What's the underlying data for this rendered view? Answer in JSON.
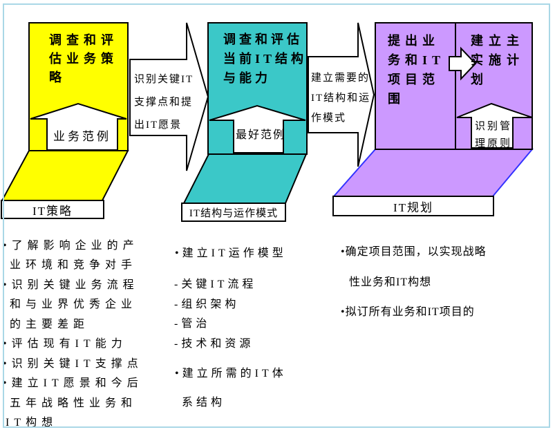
{
  "diagram": {
    "colors": {
      "stage1_fill": "#ffff00",
      "stage2_fill": "#3bc8c8",
      "stage3_fill": "#cc99ff",
      "stage3_ramp_stroke": "#3333ff",
      "outline": "#000000",
      "page_border": "#a9d7e6"
    },
    "stage1": {
      "heading_lines": [
        "调查和评",
        "估业务策",
        "略"
      ],
      "inner_arrow_label": "业务范例",
      "output_label": "IT策略",
      "notes": [
        "•了解影响企业的产",
        "业环境和竞争对手",
        "•识别关键业务流程",
        "和与业界优秀企业",
        "的主要差距",
        "•评估现有IT能力",
        "•识别关键IT支撑点",
        "•建立IT愿景和今后",
        "五年战略性业务和",
        "IT构想"
      ]
    },
    "transition1_lines": [
      "识别关键IT",
      "支撑点和提",
      "出IT愿景"
    ],
    "stage2": {
      "heading_lines": [
        "调查和评估",
        "当前IT结构",
        "与能力"
      ],
      "inner_arrow_label": "最好范例",
      "output_label": "IT结构与运作模式",
      "notes": [
        "•建立IT运作模型",
        "-关键IT流程",
        "-组织架构",
        "-管治",
        "-技术和资源",
        "•建立所需的IT体",
        "系结构"
      ]
    },
    "transition2_lines": [
      "建立需要的",
      "IT结构和运",
      "作模式"
    ],
    "stage3": {
      "heading_left_lines": [
        "提出业",
        "务和IT",
        "项目范",
        "围"
      ],
      "heading_right_lines": [
        "建立主",
        "实施计",
        "划"
      ],
      "inner_arrow_lines": [
        "识别管",
        "理原则"
      ],
      "output_label": "IT规划",
      "notes": [
        "•确定项目范围，以实现战略",
        "性业务和IT构想",
        "•拟订所有业务和IT项目的"
      ]
    }
  }
}
